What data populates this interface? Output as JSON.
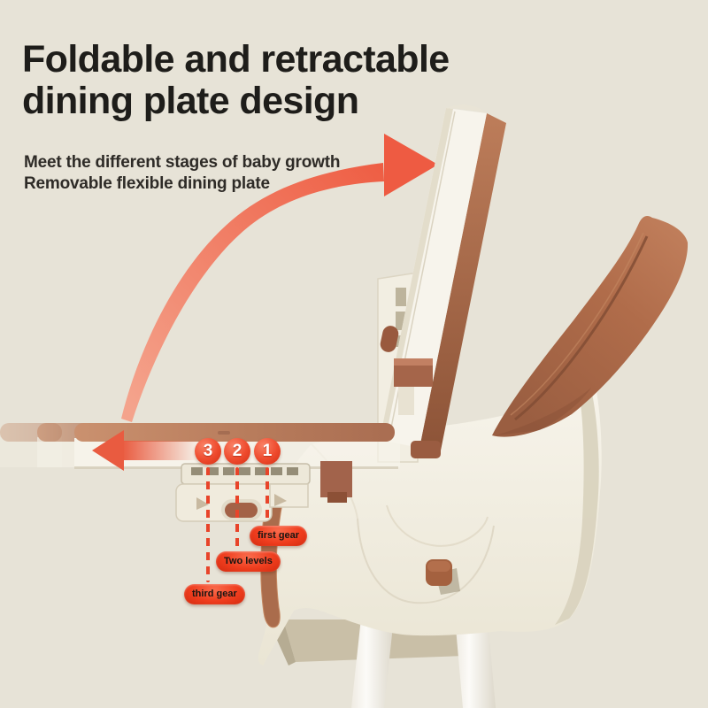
{
  "page": {
    "type": "product-feature-graphic",
    "background_color": "#E7E3D7"
  },
  "heading": {
    "line1": "Foldable and retractable",
    "line2": "dining plate design"
  },
  "subheading": {
    "line1": "Meet the different stages of baby growth",
    "line2": "Removable flexible dining plate"
  },
  "markers": [
    {
      "number": "3",
      "label": "third gear"
    },
    {
      "number": "2",
      "label": "Two levels"
    },
    {
      "number": "1",
      "label": "first gear"
    }
  ],
  "icons": {
    "fold_arrow": "curved-arrow-up-right",
    "retract_arrow": "arrow-left"
  },
  "colors": {
    "accent_red": "#EE5B42",
    "marker_red": "#E8401F",
    "leather_brown": "#AC6A49",
    "chair_cream": "#F5F2E8",
    "title_text": "#1E1D1A"
  }
}
